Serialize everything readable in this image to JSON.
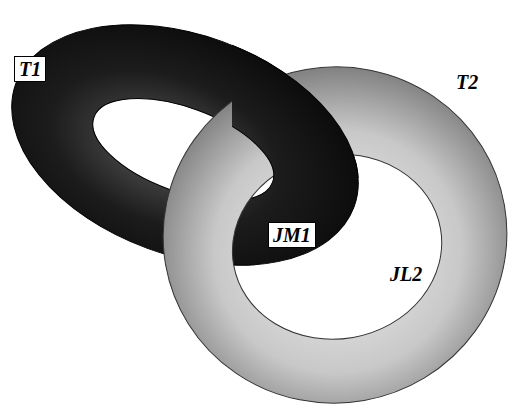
{
  "diagram": {
    "labels": [
      "T1",
      "JM1",
      "T2",
      "JL2"
    ]
  }
}
